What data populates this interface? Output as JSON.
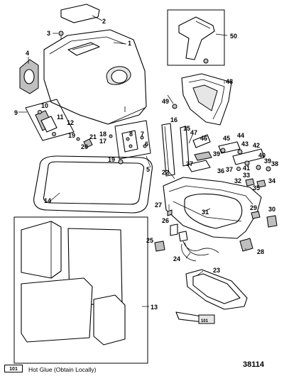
{
  "figure_id": "38114",
  "footer_note": "Hot Glue (Obtain Locally)",
  "glue_symbol": "101",
  "tube_symbol": "101",
  "callouts": {
    "c1": "1",
    "c2": "2",
    "c3": "3",
    "c4": "4",
    "c5": "5",
    "c6": "6",
    "c7": "7",
    "c8": "8",
    "c9": "9",
    "c10": "10",
    "c11": "11",
    "c12": "12",
    "c13": "13",
    "c14": "14",
    "c15": "15",
    "c16": "16",
    "c17": "17",
    "c18": "18",
    "c19a": "19",
    "c19b": "19",
    "c20": "20",
    "c21": "21",
    "c22": "22",
    "c23": "23",
    "c24": "24",
    "c25": "25",
    "c26": "26",
    "c27": "27",
    "c28": "28",
    "c29": "29",
    "c30": "30",
    "c31": "31",
    "c32": "32",
    "c33": "33",
    "c34": "34",
    "c35": "35",
    "c36": "36",
    "c37a": "37",
    "c37b": "37",
    "c38": "38",
    "c39a": "39",
    "c39b": "39",
    "c40": "40",
    "c41": "41",
    "c42": "42",
    "c43": "43",
    "c44": "44",
    "c45": "45",
    "c46": "46",
    "c47": "47",
    "c48": "48",
    "c49": "49",
    "c50": "50"
  }
}
